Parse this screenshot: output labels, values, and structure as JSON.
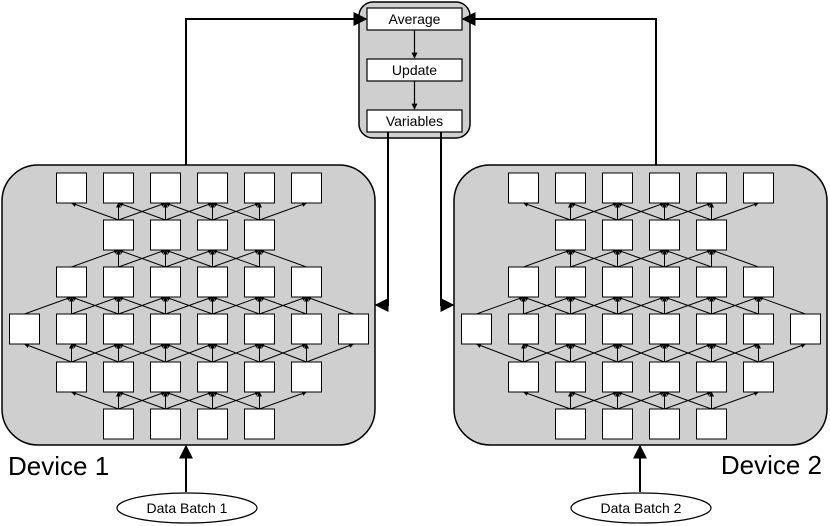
{
  "server": {
    "steps": [
      "Average",
      "Update",
      "Variables"
    ]
  },
  "devices": [
    {
      "label": "Device 1",
      "input_label": "Data Batch 1"
    },
    {
      "label": "Device 2",
      "input_label": "Data Batch 2"
    }
  ],
  "network": {
    "layer_sizes": [
      4,
      6,
      8,
      6,
      4,
      6
    ]
  },
  "colors": {
    "panel_fill": "#cfcfcf",
    "node_fill": "#ffffff",
    "stroke": "#000000"
  }
}
